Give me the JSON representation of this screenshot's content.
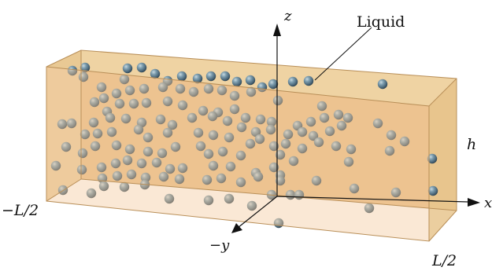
{
  "labels": {
    "liquid": "Liquid",
    "z_axis": "z",
    "x_axis": "x",
    "y_axis": "−y",
    "height": "h",
    "left_bound": "−L/2",
    "right_bound": "L/2"
  },
  "colors": {
    "liquid_back_face": "#e8c088",
    "liquid_front_face": "#f3c89a",
    "liquid_side_face": "#e8c58e",
    "liquid_top_face": "#f0d6a8",
    "box_edge": "#b98f58",
    "sphere_base": "#5c7e92",
    "axis": "#111111"
  }
}
